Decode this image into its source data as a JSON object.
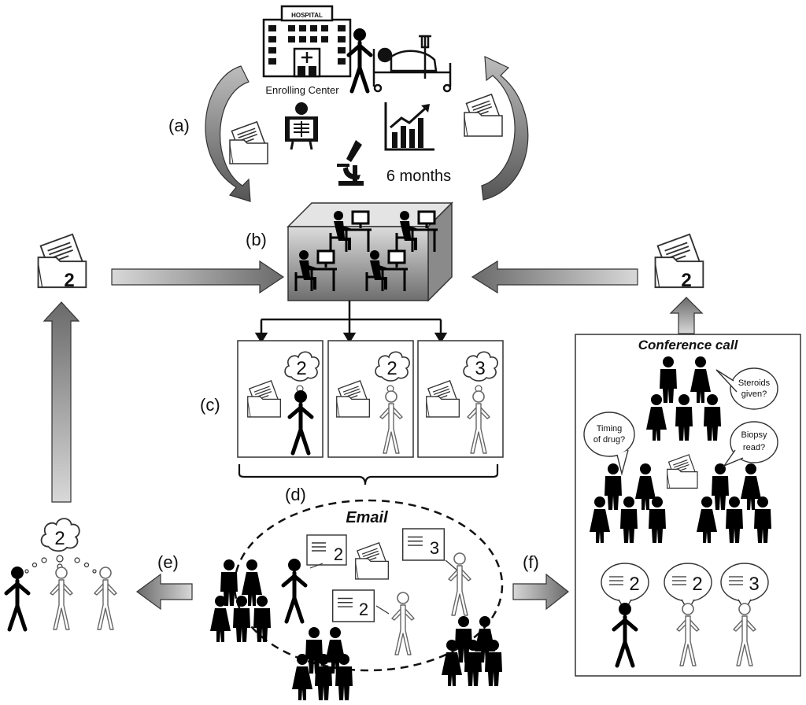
{
  "labels": {
    "a": "(a)",
    "b": "(b)",
    "c": "(c)",
    "d": "(d)",
    "e": "(e)",
    "f": "(f)"
  },
  "hospital": {
    "sign": "HOSPITAL",
    "caption": "Enrolling Center"
  },
  "followup": "6 months",
  "folder_grade_left": "2",
  "folder_grade_right": "2",
  "reviewer_grades": [
    "2",
    "2",
    "3"
  ],
  "email": {
    "title": "Email",
    "notes": [
      "2",
      "3",
      "2"
    ]
  },
  "consensus_grade": "2",
  "conference": {
    "title": "Conference call",
    "questions": [
      "Steroids",
      "given?",
      "Timing",
      "of drug?",
      "Biopsy",
      "read?"
    ],
    "grades": [
      "2",
      "2",
      "3"
    ]
  },
  "colors": {
    "arrow_gradient_dark": "#6a6a6a",
    "arrow_gradient_light": "#d8d8d8",
    "box_dark": "#7a7a7a",
    "box_light": "#dcdcdc"
  },
  "icons": [
    "hospital-icon",
    "patient-bed-icon",
    "xray-icon",
    "microscope-icon",
    "chart-up-icon",
    "folder-icon",
    "thought-cloud-icon",
    "person-icon",
    "speech-bubble-icon",
    "email-note-icon"
  ]
}
